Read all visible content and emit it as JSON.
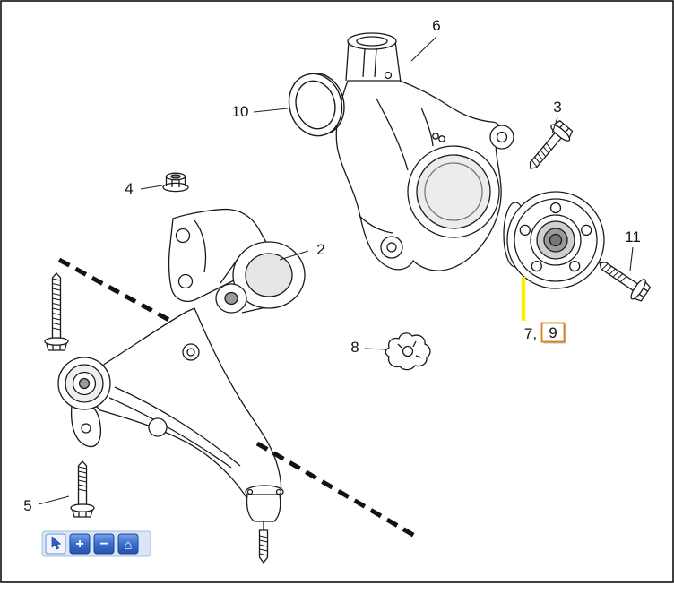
{
  "callouts": [
    {
      "text": "2"
    },
    {
      "text": "3"
    },
    {
      "text": "4"
    },
    {
      "text": "5"
    },
    {
      "text": "6"
    },
    {
      "text": "7,"
    },
    {
      "text": "8"
    },
    {
      "text": "9"
    },
    {
      "text": "10"
    },
    {
      "text": "11"
    }
  ],
  "highlight": {
    "leader_color": "#ffec00",
    "selected_box_border": "#e07d1a",
    "selected_part_label": "9"
  },
  "toolbar": {
    "panel_color": "#d8e6f8",
    "accent_color": "#3a6ed0",
    "buttons": [
      {
        "icon": "pointer-icon",
        "glyph": ""
      },
      {
        "icon": "zoom-in-icon",
        "glyph": "+"
      },
      {
        "icon": "zoom-out-icon",
        "glyph": "−"
      },
      {
        "icon": "home-icon",
        "glyph": "⌂"
      }
    ]
  }
}
